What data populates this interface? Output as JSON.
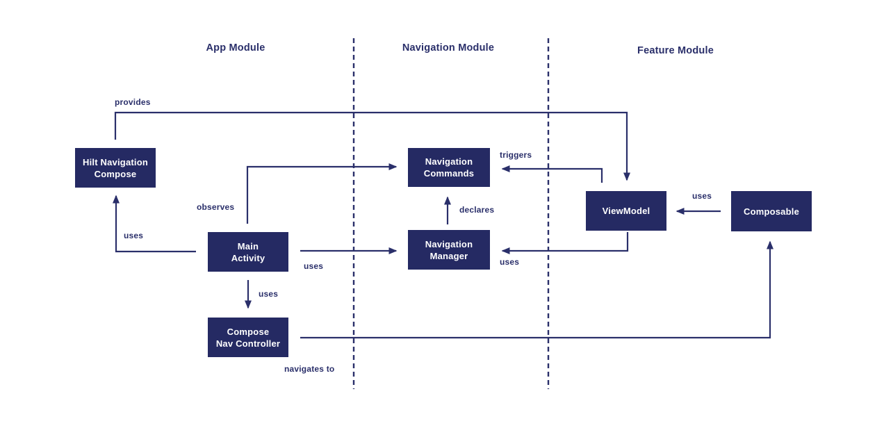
{
  "colors": {
    "ink": "#2a2f6a",
    "box": "#252a63",
    "box_text": "#ffffff",
    "bg": "#ffffff"
  },
  "modules": [
    {
      "label": "App Module"
    },
    {
      "label": "Navigation Module"
    },
    {
      "label": "Feature Module"
    }
  ],
  "nodes": [
    {
      "id": "hilt-navigation-compose",
      "label": "Hilt Navigation\nCompose",
      "module": "App Module"
    },
    {
      "id": "main-activity",
      "label": "Main\nActivity",
      "module": "App Module"
    },
    {
      "id": "compose-nav-controller",
      "label": "Compose\nNav Controller",
      "module": "App Module"
    },
    {
      "id": "navigation-commands",
      "label": "Navigation\nCommands",
      "module": "Navigation Module"
    },
    {
      "id": "navigation-manager",
      "label": "Navigation\nManager",
      "module": "Navigation Module"
    },
    {
      "id": "viewmodel",
      "label": "ViewModel",
      "module": "Feature Module"
    },
    {
      "id": "composable",
      "label": "Composable",
      "module": "Feature Module"
    }
  ],
  "edges": [
    {
      "label": "provides",
      "from": "hilt-navigation-compose",
      "to": "viewmodel"
    },
    {
      "label": "observes",
      "from": "main-activity",
      "to": "navigation-commands"
    },
    {
      "label": "uses",
      "from": "main-activity",
      "to": "hilt-navigation-compose"
    },
    {
      "label": "uses",
      "from": "main-activity",
      "to": "navigation-manager"
    },
    {
      "label": "uses",
      "from": "main-activity",
      "to": "compose-nav-controller"
    },
    {
      "label": "declares",
      "from": "navigation-manager",
      "to": "navigation-commands"
    },
    {
      "label": "triggers",
      "from": "viewmodel",
      "to": "navigation-commands"
    },
    {
      "label": "uses",
      "from": "viewmodel",
      "to": "navigation-manager"
    },
    {
      "label": "uses",
      "from": "composable",
      "to": "viewmodel"
    },
    {
      "label": "navigates to",
      "from": "compose-nav-controller",
      "to": "composable"
    }
  ]
}
